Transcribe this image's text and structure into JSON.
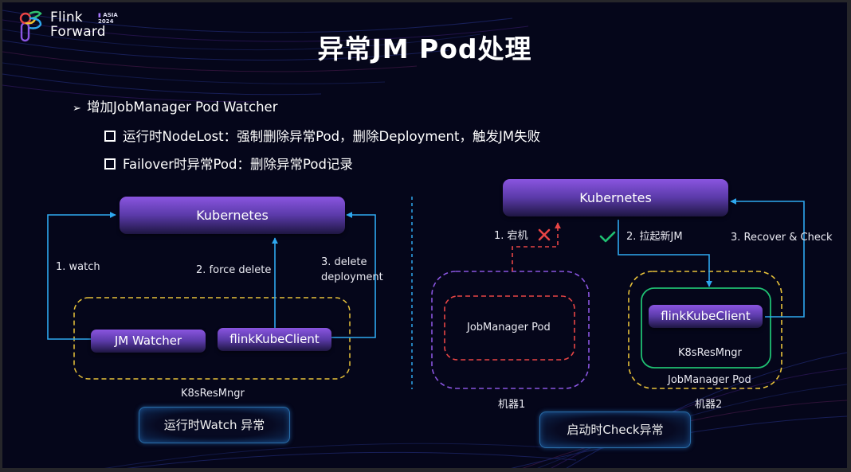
{
  "logo": {
    "line1": "Flink",
    "line2": "Forward",
    "badge_region": "ASIA",
    "badge_year": "2024"
  },
  "title": "异常JM Pod处理",
  "bullets": {
    "main": "增加JobManager Pod Watcher",
    "main_icon": "arrowhead-bullet-icon",
    "subs": [
      {
        "icon": "square-bullet-icon",
        "text": "运行时NodeLost：强制删除异常Pod，删除Deployment，触发JM失败"
      },
      {
        "icon": "square-bullet-icon",
        "text": "Failover时异常Pod：删除异常Pod记录"
      }
    ]
  },
  "left_diagram": {
    "kubernetes": "Kubernetes",
    "jm_watcher": "JM Watcher",
    "flink_kube_client": "flinkKubeClient",
    "container_label": "K8sResMngr",
    "edge_labels": {
      "watch": "1. watch",
      "force_delete": "2. force delete",
      "delete_deployment_1": "3. delete",
      "delete_deployment_2": "deployment"
    },
    "caption": "运行时Watch 异常"
  },
  "right_diagram": {
    "kubernetes": "Kubernetes",
    "machine1": {
      "inner_label": "JobManager Pod",
      "label": "机器1"
    },
    "machine2": {
      "client": "flinkKubeClient",
      "inner_label": "K8sResMngr",
      "pod_label": "JobManager Pod",
      "label": "机器2"
    },
    "edge_labels": {
      "crash": "1. 宕机",
      "restart": "2. 拉起新JM",
      "recover": "3. Recover & Check"
    },
    "status_icons": {
      "crash": "cross-icon",
      "restart": "check-icon"
    },
    "caption": "启动时Check异常"
  },
  "colors": {
    "background": "#05061a",
    "arrow_blue": "#2ea8f0",
    "dashed_yellow": "#e8c23a",
    "dashed_purple": "#8a55e0",
    "dashed_red": "#e84545",
    "solid_green": "#1fbf72",
    "pill_purple": "#8a55e0"
  }
}
